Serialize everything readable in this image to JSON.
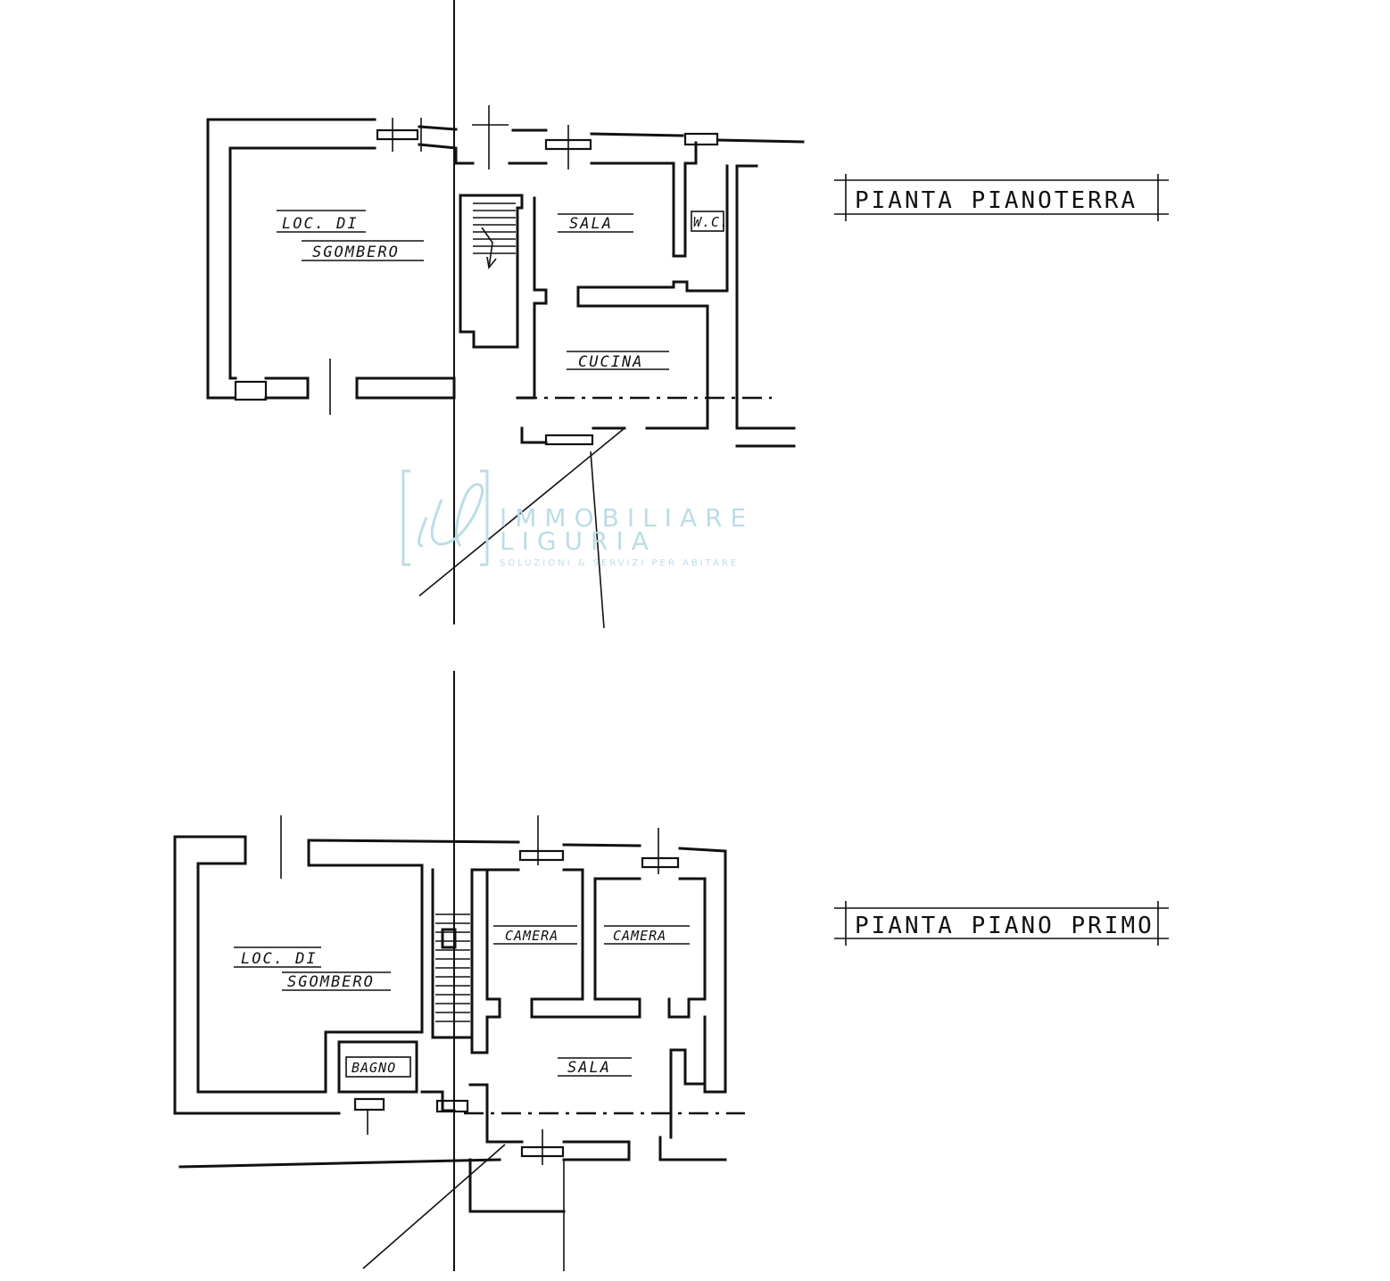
{
  "titles": {
    "ground_floor": "PIANTA PIANOTERRA",
    "first_floor": "PIANTA PIANO PRIMO"
  },
  "ground_floor_rooms": {
    "storage_line1": "LOC. DI",
    "storage_line2": "SGOMBERO",
    "living": "SALA",
    "kitchen": "CUCINA",
    "wc": "W.C."
  },
  "first_floor_rooms": {
    "storage_line1": "LOC. DI",
    "storage_line2": "SGOMBERO",
    "bedroom_1": "CAMERA",
    "bedroom_2": "CAMERA",
    "living": "SALA",
    "bathroom": "BAGNO"
  },
  "watermark": {
    "line1": "IMMOBILIARE",
    "line2": "LIGURIA",
    "tagline": "SOLUZIONI & SERVIZI PER ABITARE"
  },
  "colors": {
    "ink": "#111111",
    "watermark": "#bcdde5",
    "background": "#ffffff"
  }
}
